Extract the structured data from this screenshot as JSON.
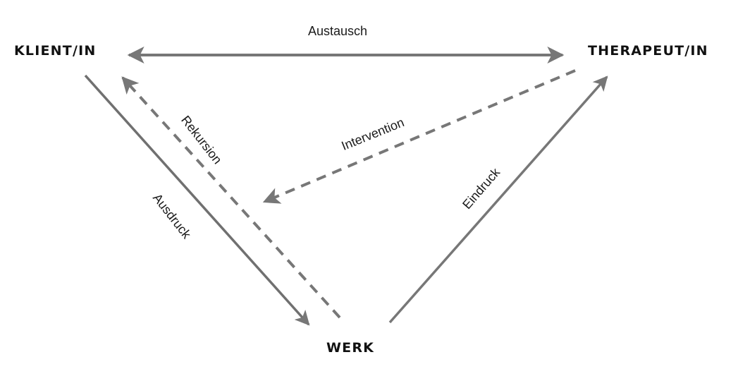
{
  "nodes": {
    "client": "KLIENT/IN",
    "therapist": "THERAPEUT/IN",
    "work": "WERK"
  },
  "edges": {
    "exchange": {
      "label": "Austausch",
      "from": "KLIENT/IN",
      "to": "THERAPEUT/IN",
      "style": "solid",
      "direction": "both"
    },
    "expression": {
      "label": "Ausdruck",
      "from": "KLIENT/IN",
      "to": "WERK",
      "style": "solid",
      "direction": "forward"
    },
    "recursion": {
      "label": "Rekursion",
      "from": "WERK",
      "to": "KLIENT/IN",
      "style": "dashed",
      "direction": "forward"
    },
    "intervention": {
      "label": "Intervention",
      "from": "THERAPEUT/IN",
      "to": "Ausdruck/Rekursion",
      "style": "dashed",
      "direction": "forward"
    },
    "impression": {
      "label": "Eindruck",
      "from": "WERK",
      "to": "THERAPEUT/IN",
      "style": "solid",
      "direction": "forward"
    }
  },
  "colors": {
    "arrow": "#777777",
    "node_text": "#111111",
    "label_text": "#1a1a1a",
    "background": "#ffffff"
  }
}
